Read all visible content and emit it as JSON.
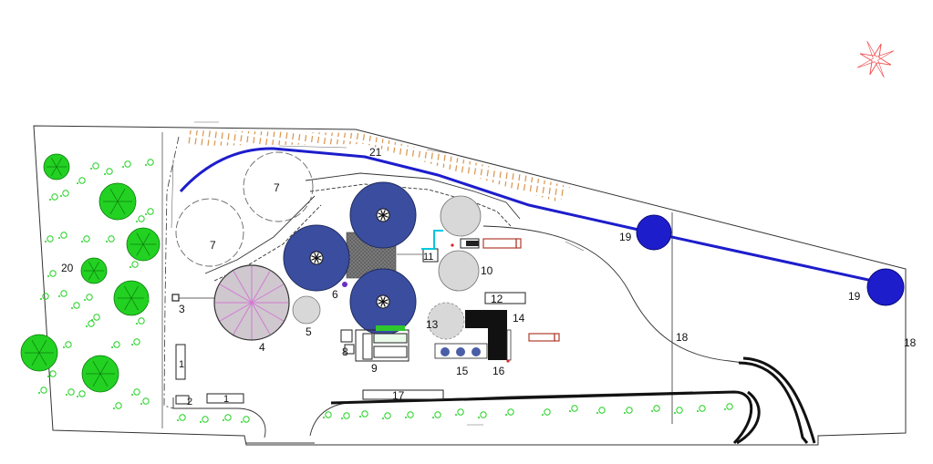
{
  "colors": {
    "pipeline": "#1d1dcc",
    "tank": "#3b4d9e",
    "tank_edge": "#1f2b5e",
    "digester": "#d27ad2",
    "digester_fill": "#cfc8cf",
    "tree": "#22d122",
    "hatch": "#d99045",
    "compass": "#f04a4a",
    "equipment_red": "#b23c2c",
    "cyan_pipe": "#00c8e0",
    "building_black": "#111111",
    "unit_blue": "#4a5ea8",
    "grey_tank": "#d8d8d8",
    "outline": "#222222"
  },
  "icons": {
    "compass": "compass-rose-icon",
    "tree": "tree-icon",
    "shrub": "shrub-icon"
  },
  "labels": {
    "l1a": "1",
    "l1b": "1",
    "l2": "2",
    "l3": "3",
    "l4": "4",
    "l5": "5",
    "l6": "6",
    "l7a": "7",
    "l7b": "7",
    "l8": "8",
    "l9": "9",
    "l10": "10",
    "l11": "11",
    "l12": "12",
    "l13": "13",
    "l14": "14",
    "l15": "15",
    "l16": "16",
    "l17": "17",
    "l18a": "18",
    "l18b": "18",
    "l19a": "19",
    "l19b": "19",
    "l20": "20",
    "l21": "21"
  }
}
